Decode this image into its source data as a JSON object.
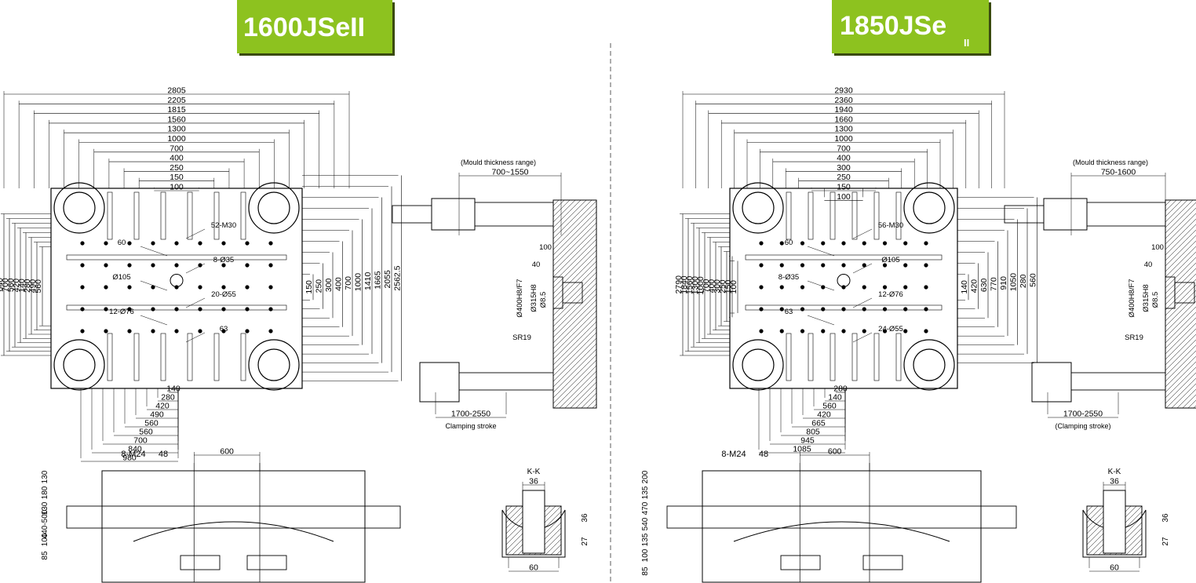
{
  "left": {
    "model": "1600JSeII",
    "top_widths": [
      "2805",
      "2205",
      "1815",
      "1560",
      "1300",
      "1000",
      "700",
      "400",
      "250",
      "150",
      "100"
    ],
    "left_heights": [
      "840",
      "700",
      "560",
      "420",
      "140",
      "280",
      "490",
      "560"
    ],
    "right_heights": [
      "150",
      "250",
      "300",
      "400",
      "700",
      "1000",
      "1410",
      "1665",
      "2055",
      "2562.5"
    ],
    "bottom_dims": [
      "140",
      "280",
      "420",
      "490",
      "560",
      "560",
      "700",
      "840",
      "980"
    ],
    "holes": [
      "52-M30",
      "60",
      "8-Ø35",
      "Ø105",
      "20-Ø55",
      "12-Ø76",
      "63"
    ],
    "mould_caption": "(Mould thickness range)",
    "mould_range": "700~1550",
    "side_dims": [
      "100",
      "40",
      "Ø400H8/F7",
      "Ø315H8",
      "Ø8.5",
      "SR19"
    ],
    "clamping_range": "1700-2550",
    "clamping_caption": "Clamping stroke",
    "front_top": [
      "8-M24",
      "48",
      "600"
    ],
    "front_left": [
      "130",
      "180",
      "130",
      "440-500",
      "100",
      "85"
    ],
    "kk": {
      "title": "K-K",
      "w_top": "36",
      "w_bottom": "60",
      "h1": "36",
      "h2": "27"
    }
  },
  "right": {
    "model": "1850JSe",
    "model_suffix": "II",
    "top_widths": [
      "2930",
      "2360",
      "1940",
      "1660",
      "1300",
      "1000",
      "700",
      "400",
      "300",
      "250",
      "150",
      "100"
    ],
    "left_heights": [
      "2790",
      "1840",
      "1560",
      "1300",
      "1000",
      "700",
      "400",
      "300",
      "250",
      "150",
      "100"
    ],
    "right_heights": [
      "140",
      "420",
      "630",
      "770",
      "910",
      "1050",
      "280",
      "560"
    ],
    "bottom_dims": [
      "280",
      "140",
      "560",
      "420",
      "665",
      "805",
      "945",
      "1085"
    ],
    "holes": [
      "56-M30",
      "60",
      "Ø105",
      "8-Ø35",
      "12-Ø76",
      "63",
      "24-Ø55"
    ],
    "mould_caption": "(Mould thickness range)",
    "mould_range": "750-1600",
    "side_dims": [
      "100",
      "40",
      "Ø400H8/F7",
      "Ø315H8",
      "Ø8.5",
      "SR19"
    ],
    "clamping_range": "1700-2550",
    "clamping_caption": "(Clamping stroke)",
    "front_top": [
      "8-M24",
      "48",
      "600"
    ],
    "front_left": [
      "200",
      "135",
      "470",
      "540",
      "135",
      "100",
      "85"
    ],
    "kk": {
      "title": "K-K",
      "w_top": "36",
      "w_bottom": "60",
      "h1": "36",
      "h2": "27"
    }
  }
}
